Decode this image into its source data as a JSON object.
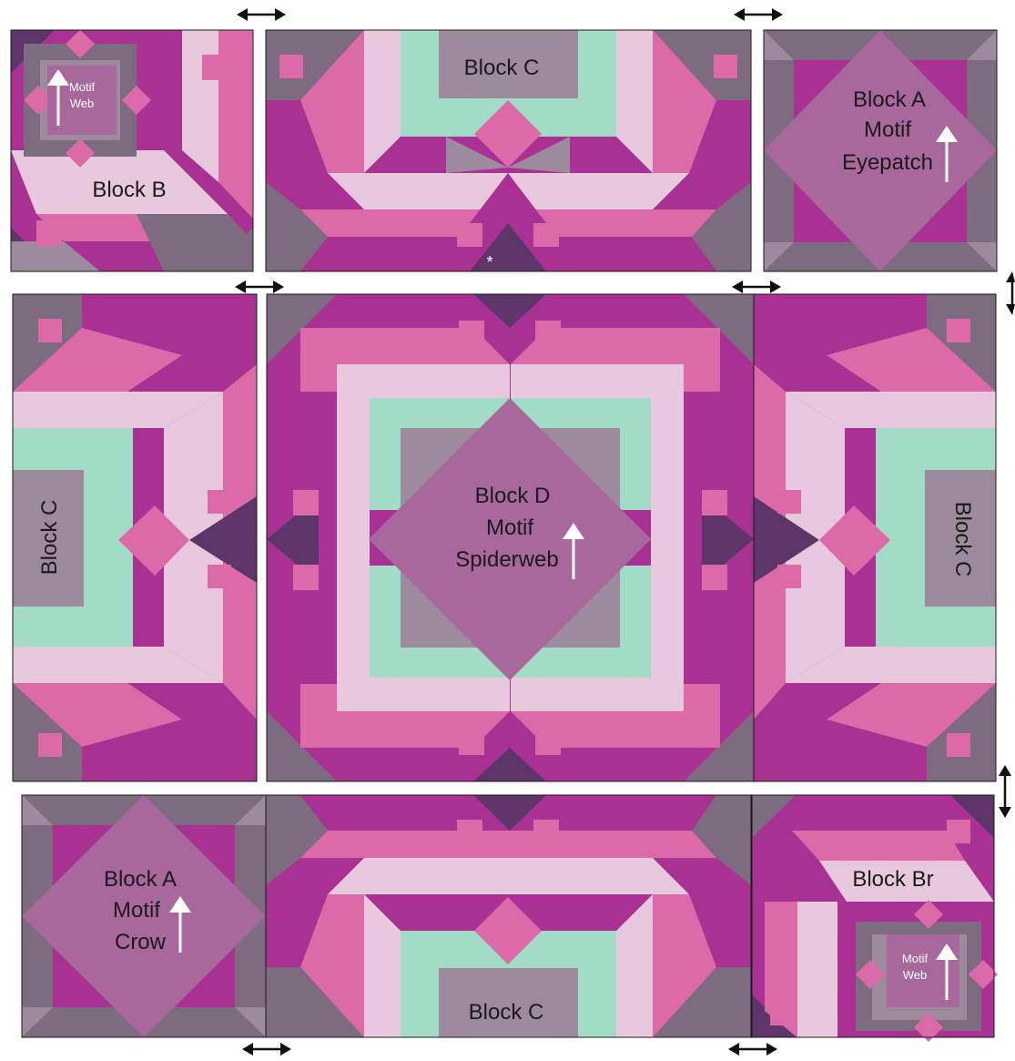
{
  "colors": {
    "plum": "#a93193",
    "dark": "#5d3569",
    "pink": "#dd6aa8",
    "light": "#e8c8dc",
    "mint": "#a3dcc6",
    "grey": "#9d8a9d",
    "mauve": "#a8689b",
    "dgrey": "#7d6b80",
    "white": "#ffffff"
  },
  "labels": {
    "top_left_block": "Block B",
    "top_left_motif_1": "Motif",
    "top_left_motif_2": "Web",
    "top_mid_block": "Block C",
    "top_right_block": "Block A",
    "top_right_motif_1": "Motif",
    "top_right_motif_2": "Eyepatch",
    "mid_left_block": "Block C",
    "center_block": "Block D",
    "center_motif_1": "Motif",
    "center_motif_2": "Spiderweb",
    "mid_right_block": "Block C",
    "bottom_left_block": "Block A",
    "bottom_left_motif_1": "Motif",
    "bottom_left_motif_2": "Crow",
    "bottom_mid_block": "Block C",
    "bottom_right_block": "Block Br",
    "bottom_right_motif_1": "Motif",
    "bottom_right_motif_2": "Web",
    "asterisk": "*"
  }
}
